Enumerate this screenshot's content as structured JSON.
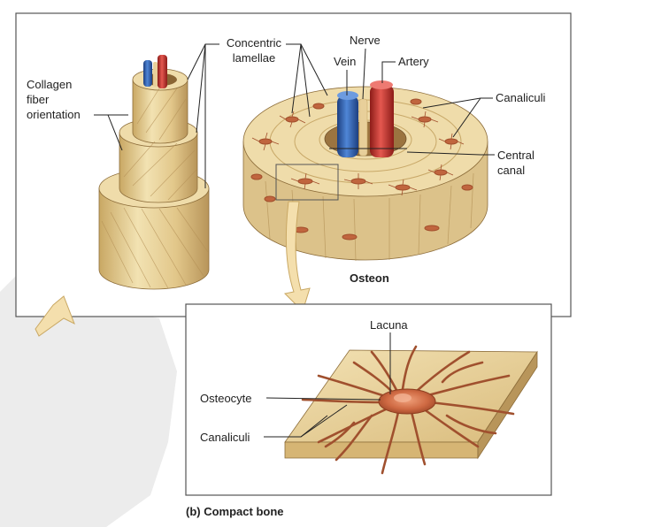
{
  "labels": {
    "concentric_lamellae": "Concentric\nlamellae",
    "nerve": "Nerve",
    "vein": "Vein",
    "artery": "Artery",
    "collagen_fiber_orientation": "Collagen\nfiber\norientation",
    "canaliculi_top": "Canaliculi",
    "central_canal": "Central\ncanal",
    "osteon": "Osteon",
    "lacuna": "Lacuna",
    "osteocyte": "Osteocyte",
    "canaliculi_bottom": "Canaliculi",
    "caption": "(b) Compact bone"
  },
  "colors": {
    "bone_light": "#f0dfae",
    "bone_mid": "#e3c98c",
    "bone_dark": "#c8a868",
    "vein": "#2f5fb0",
    "artery": "#c9302c",
    "nerve": "#e8cf9a",
    "osteocyte": "#c0653e",
    "frame": "#555555"
  }
}
